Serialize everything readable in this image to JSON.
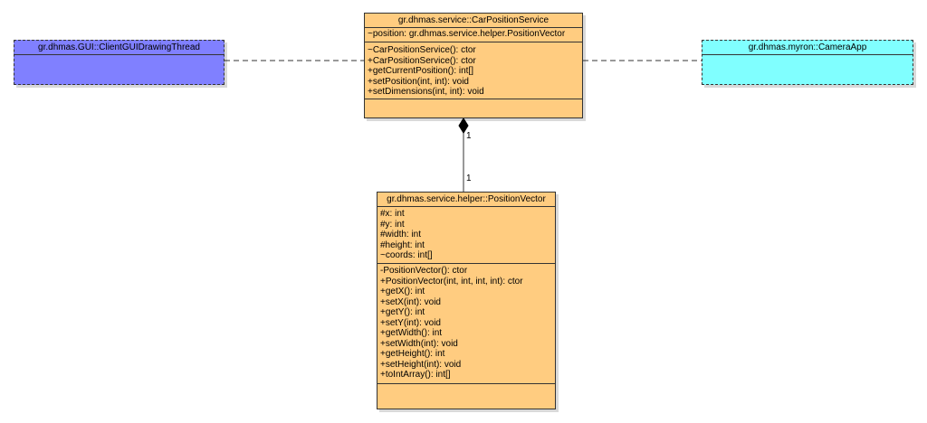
{
  "colors": {
    "orange_class": "#ffcc80",
    "purple_class": "#8080ff",
    "cyan_class": "#80ffff",
    "line": "#333333"
  },
  "diagram": {
    "car_position_service": {
      "title": "gr.dhmas.service::CarPositionService",
      "attributes": [
        "~position: gr.dhmas.service.helper.PositionVector"
      ],
      "operations": [
        "~CarPositionService(): ctor",
        "+CarPositionService(): ctor",
        "+getCurrentPosition(): int[]",
        "+setPosition(int, int): void",
        "+setDimensions(int, int): void"
      ]
    },
    "client_gui_drawing_thread": {
      "title": "gr.dhmas.GUI::ClientGUIDrawingThread"
    },
    "camera_app": {
      "title": "gr.dhmas.myron::CameraApp"
    },
    "position_vector": {
      "title": "gr.dhmas.service.helper::PositionVector",
      "attributes": [
        "#x: int",
        "#y: int",
        "#width: int",
        "#height: int",
        "~coords: int[]"
      ],
      "operations": [
        "-PositionVector(): ctor",
        "+PositionVector(int, int, int, int): ctor",
        "+getX(): int",
        "+setX(int): void",
        "+getY(): int",
        "+setY(int): void",
        "+getWidth(): int",
        "+setWidth(int): void",
        "+getHeight(): int",
        "+setHeight(int): void",
        "+toIntArray(): int[]"
      ]
    },
    "composition": {
      "multiplicity_whole": "1",
      "multiplicity_part": "1"
    }
  }
}
